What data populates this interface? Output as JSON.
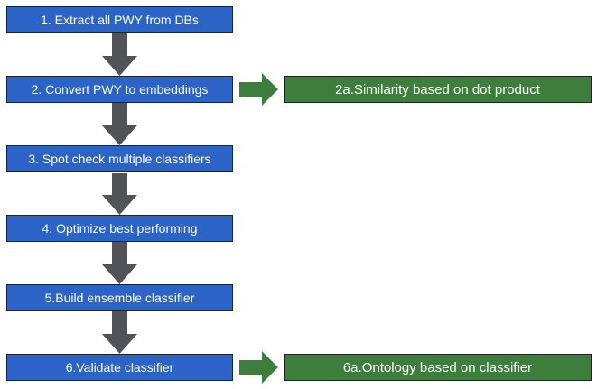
{
  "colors": {
    "step_fill": "#2b63c6",
    "branch_fill": "#3e7e3c",
    "down_arrow": "#515358",
    "side_arrow": "#3e7e3c"
  },
  "steps": [
    {
      "label": "1. Extract all PWY from DBs"
    },
    {
      "label": "2. Convert PWY to embeddings"
    },
    {
      "label": "3. Spot check multiple classifiers"
    },
    {
      "label": "4. Optimize best performing"
    },
    {
      "label": "5.Build ensemble classifier"
    },
    {
      "label": "6.Validate classifier"
    }
  ],
  "branches": [
    {
      "label": "2a.Similarity based on dot product"
    },
    {
      "label": "6a.Ontology based on classifier"
    }
  ]
}
